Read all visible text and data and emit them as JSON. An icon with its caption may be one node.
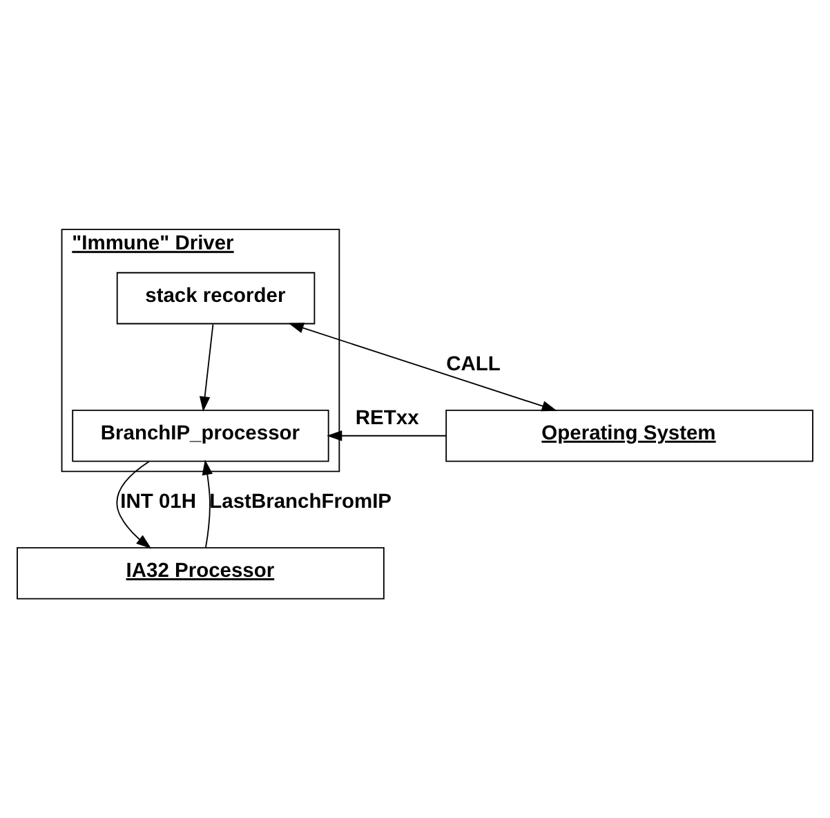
{
  "diagram": {
    "nodes": [
      {
        "text": [
          "Operating System"
        ]
      },
      {
        "text": [
          "\"Immune\" Driver"
        ]
      },
      {
        "text": [
          "stack recorder"
        ],
        "in": 1
      },
      {
        "text": [
          "BranchIP_processor"
        ],
        "in": 1
      },
      {
        "text": [
          "IA32 Processor"
        ]
      }
    ],
    "edges": [
      {
        "from": 2,
        "to": 0,
        "arrow": "both",
        "label": "CALL"
      },
      {
        "from": 0,
        "to": 3,
        "arrow": "to",
        "label": "RETxx"
      },
      {
        "from": 2,
        "to": 3,
        "arrow": "to"
      },
      {
        "from": 4,
        "to": 3,
        "arrow": "to",
        "label": "LastBranchFromIP"
      },
      {
        "from": 3,
        "to": 4,
        "arrow": "to",
        "label": "INT 01H"
      }
    ]
  }
}
